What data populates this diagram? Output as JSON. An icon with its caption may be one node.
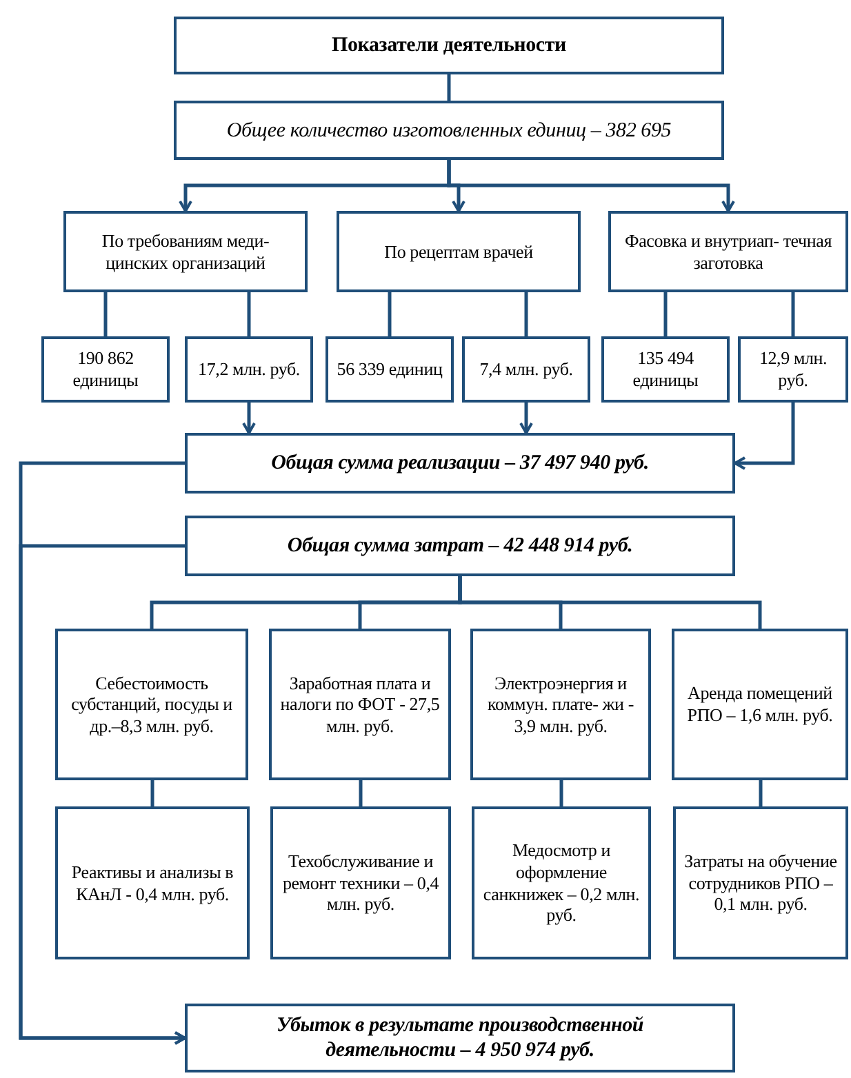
{
  "diagram": {
    "nodes": [
      {
        "text": [
          "Показатели деятельности"
        ]
      },
      {
        "text": [
          "Общее количество изготовленных единиц – 382 695"
        ]
      },
      {
        "text": [
          "По требованиям меди- цинских организаций"
        ]
      },
      {
        "text": [
          "По рецептам врачей"
        ]
      },
      {
        "text": [
          "Фасовка и внутриап- течная заготовка"
        ]
      },
      {
        "text": [
          "190 862 единицы"
        ]
      },
      {
        "text": [
          "17,2 млн. руб."
        ]
      },
      {
        "text": [
          "56 339 единиц"
        ]
      },
      {
        "text": [
          "7,4 млн. руб."
        ]
      },
      {
        "text": [
          "135 494 единицы"
        ]
      },
      {
        "text": [
          "12,9 млн. руб."
        ]
      },
      {
        "text": [
          "Общая сумма реализации – 37 497 940 руб."
        ]
      },
      {
        "text": [
          "Общая сумма затрат – 42 448 914 руб."
        ]
      },
      {
        "text": [
          "Себестоимость субстанций, посуды и др.–8,3 млн. руб."
        ]
      },
      {
        "text": [
          "Заработная плата и налоги по ФОТ - 27,5 млн. руб."
        ]
      },
      {
        "text": [
          "Электроэнергия и коммун. плате- жи - 3,9 млн. руб."
        ]
      },
      {
        "text": [
          "Аренда помещений РПО – 1,6 млн. руб."
        ]
      },
      {
        "text": [
          "Реактивы и анализы в КАнЛ - 0,4 млн. руб."
        ]
      },
      {
        "text": [
          "Техобслуживание и ремонт техники – 0,4 млн. руб."
        ]
      },
      {
        "text": [
          "Медосмотр и оформление санкнижек – 0,2 млн. руб."
        ]
      },
      {
        "text": [
          "Затраты на обучение сотрудников РПО – 0,1 млн. руб."
        ]
      },
      {
        "text": [
          "Убыток в результате производственной деятельности – 4 950 974 руб."
        ]
      }
    ],
    "edges": [
      {
        "from": 0,
        "to": 1,
        "arrow": "none"
      },
      {
        "from": 1,
        "to": 2,
        "arrow": "to"
      },
      {
        "from": 1,
        "to": 3,
        "arrow": "to"
      },
      {
        "from": 1,
        "to": 4,
        "arrow": "to"
      },
      {
        "from": 2,
        "to": 5,
        "arrow": "none"
      },
      {
        "from": 2,
        "to": 6,
        "arrow": "none"
      },
      {
        "from": 3,
        "to": 7,
        "arrow": "none"
      },
      {
        "from": 3,
        "to": 8,
        "arrow": "none"
      },
      {
        "from": 4,
        "to": 9,
        "arrow": "none"
      },
      {
        "from": 4,
        "to": 10,
        "arrow": "none"
      },
      {
        "from": 6,
        "to": 11,
        "arrow": "to"
      },
      {
        "from": 8,
        "to": 11,
        "arrow": "to"
      },
      {
        "from": 10,
        "to": 11,
        "arrow": "to"
      },
      {
        "from": 11,
        "to": 21,
        "arrow": "to"
      },
      {
        "from": 12,
        "to": 21,
        "arrow": "to"
      },
      {
        "from": 12,
        "to": 13,
        "arrow": "none"
      },
      {
        "from": 12,
        "to": 14,
        "arrow": "none"
      },
      {
        "from": 12,
        "to": 15,
        "arrow": "none"
      },
      {
        "from": 12,
        "to": 16,
        "arrow": "none"
      },
      {
        "from": 13,
        "to": 17,
        "arrow": "none"
      },
      {
        "from": 14,
        "to": 18,
        "arrow": "none"
      },
      {
        "from": 15,
        "to": 19,
        "arrow": "none"
      },
      {
        "from": 16,
        "to": 20,
        "arrow": "none"
      }
    ]
  }
}
